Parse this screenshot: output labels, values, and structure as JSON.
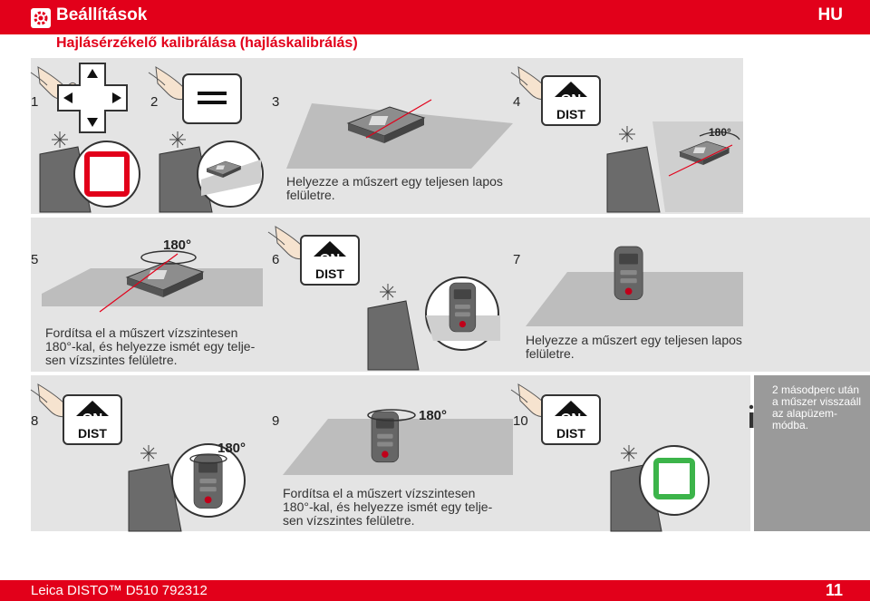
{
  "header": {
    "title": "Beállítások",
    "language": "HU"
  },
  "subtitle": "Hajlásérzékelő kalibrálása (hajláskalibrálás)",
  "steps": [
    {
      "number": "1"
    },
    {
      "number": "2"
    },
    {
      "number": "3",
      "caption": "Helyezze a műszert egy teljesen lapos felületre."
    },
    {
      "number": "4",
      "key_label_top": "ON",
      "key_label_bottom": "DIST",
      "angle": "180°"
    },
    {
      "number": "5",
      "angle": "180°",
      "caption": "Fordítsa el a műszert vízszintesen 180°-kal, és helyezze ismét egy telje- sen vízszintes felületre."
    },
    {
      "number": "6",
      "key_label_top": "ON",
      "key_label_bottom": "DIST"
    },
    {
      "number": "7",
      "caption": "Helyezze a műszert egy teljesen lapos felületre."
    },
    {
      "number": "8",
      "key_label_top": "ON",
      "key_label_bottom": "DIST",
      "angle": "180°"
    },
    {
      "number": "9",
      "angle": "180°",
      "caption": "Fordítsa el a műszert vízszintesen 180°-kal, és helyezze ismét egy telje- sen vízszintes felületre."
    },
    {
      "number": "10",
      "key_label_top": "ON",
      "key_label_bottom": "DIST"
    }
  ],
  "info": {
    "icon": "info-icon",
    "text": "2 másodperc után a műszer visszaáll az alapüzem- módba."
  },
  "footer": {
    "product": "Leica DISTO™ D510 792312",
    "page": "11"
  },
  "colors": {
    "brand_red": "#e2001a",
    "panel_gray": "#e4e4e4",
    "info_gray": "#9a9a9a",
    "ok_green": "#3cb44a"
  }
}
